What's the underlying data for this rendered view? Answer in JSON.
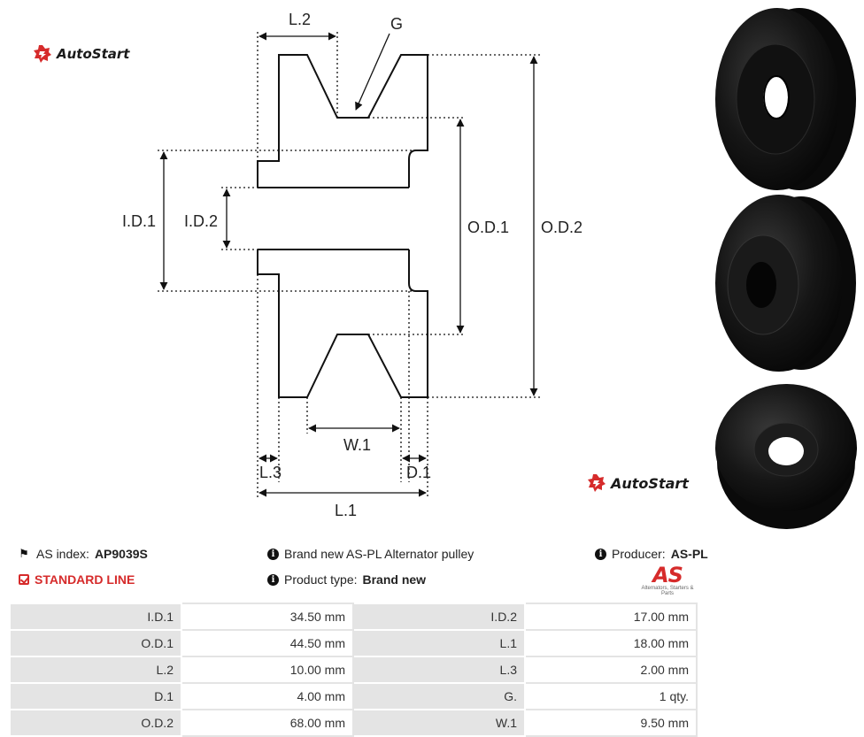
{
  "brand": {
    "name": "AutoStart",
    "accent": "#d62b2b"
  },
  "diagram": {
    "labels": [
      "L.2",
      "G",
      "I.D.1",
      "I.D.2",
      "O.D.1",
      "O.D.2",
      "W.1",
      "L.3",
      "D.1",
      "L.1"
    ]
  },
  "info": {
    "as_index_label": "AS index:",
    "as_index_value": "AP9039S",
    "standard_line": "STANDARD LINE",
    "description": "Brand new AS-PL Alternator pulley",
    "product_type_label": "Product type:",
    "product_type_value": "Brand new",
    "producer_label": "Producer:",
    "producer_value": "AS-PL"
  },
  "producer_logo": {
    "text": "AS",
    "tagline": "Alternators, Starters & Parts"
  },
  "specs": [
    [
      {
        "label": "I.D.1",
        "value": "34.50 mm"
      },
      {
        "label": "I.D.2",
        "value": "17.00 mm"
      }
    ],
    [
      {
        "label": "O.D.1",
        "value": "44.50 mm"
      },
      {
        "label": "L.1",
        "value": "18.00 mm"
      }
    ],
    [
      {
        "label": "L.2",
        "value": "10.00 mm"
      },
      {
        "label": "L.3",
        "value": "2.00 mm"
      }
    ],
    [
      {
        "label": "D.1",
        "value": "4.00 mm"
      },
      {
        "label": "G.",
        "value": "1 qty."
      }
    ],
    [
      {
        "label": "O.D.2",
        "value": "68.00 mm"
      },
      {
        "label": "W.1",
        "value": "9.50 mm"
      }
    ]
  ]
}
